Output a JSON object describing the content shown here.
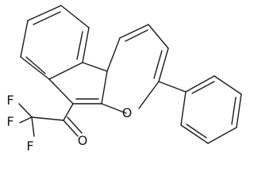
{
  "molecule": {
    "atoms": {
      "O_ring": "O",
      "O_ketone": "O",
      "F_top": "F",
      "F_mid": "F",
      "F_bottom": "F"
    }
  }
}
